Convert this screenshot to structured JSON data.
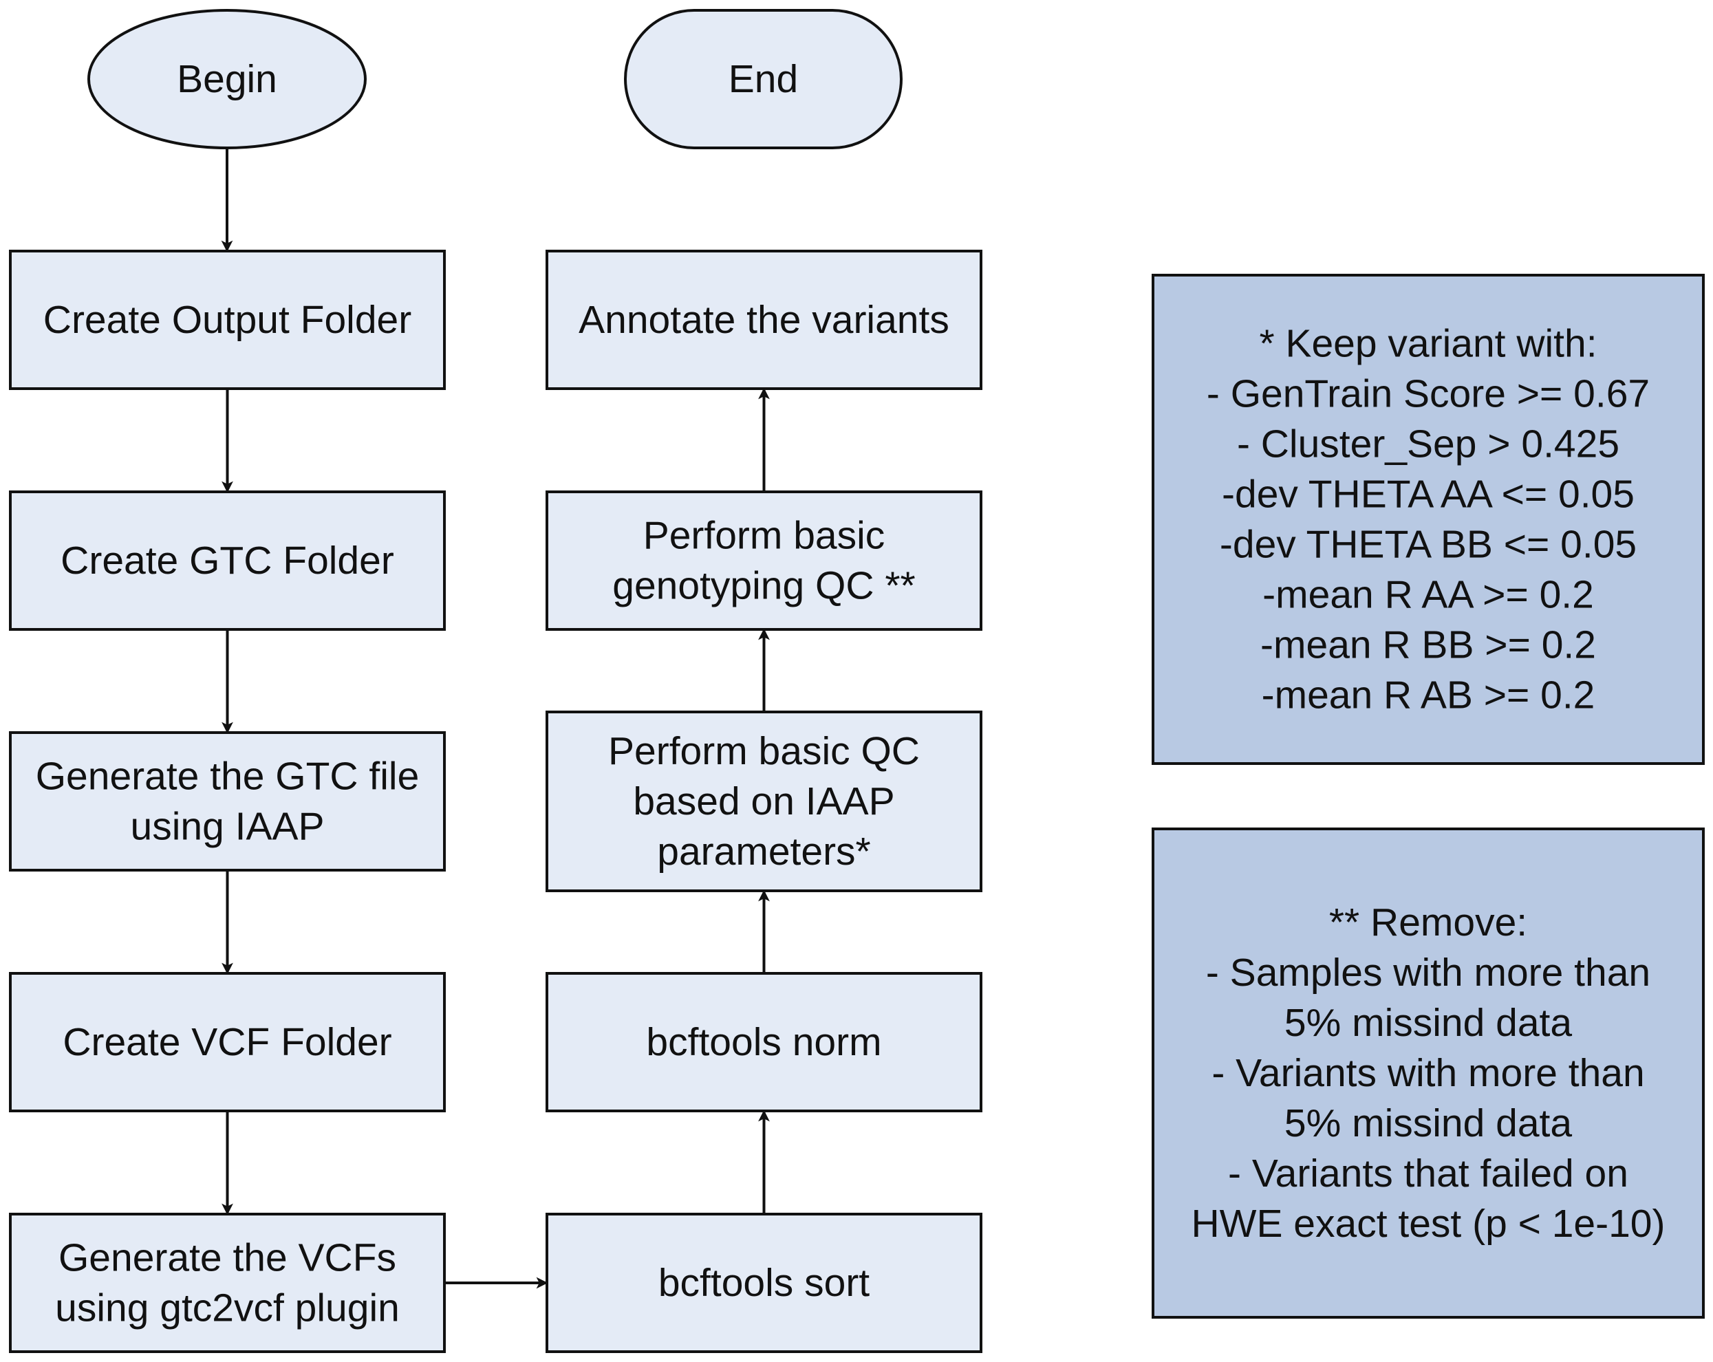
{
  "colors": {
    "node_fill": "#e4ebf6",
    "note_fill": "#b8c9e3",
    "stroke": "#111111",
    "text": "#111111"
  },
  "nodes": [
    {
      "id": "begin",
      "shape": "ellipse",
      "lines": [
        "Begin"
      ]
    },
    {
      "id": "create-output-folder",
      "shape": "rect",
      "lines": [
        "Create Output Folder"
      ]
    },
    {
      "id": "create-gtc-folder",
      "shape": "rect",
      "lines": [
        "Create GTC Folder"
      ]
    },
    {
      "id": "generate-gtc-file",
      "shape": "rect",
      "lines": [
        "Generate the GTC file",
        "using IAAP"
      ]
    },
    {
      "id": "create-vcf-folder",
      "shape": "rect",
      "lines": [
        "Create VCF Folder"
      ]
    },
    {
      "id": "generate-vcfs",
      "shape": "rect",
      "lines": [
        "Generate the VCFs",
        "using gtc2vcf plugin"
      ]
    },
    {
      "id": "bcftools-sort",
      "shape": "rect",
      "lines": [
        "bcftools sort"
      ]
    },
    {
      "id": "bcftools-norm",
      "shape": "rect",
      "lines": [
        "bcftools norm"
      ]
    },
    {
      "id": "basic-qc-iaap",
      "shape": "rect",
      "lines": [
        "Perform basic QC",
        "based on IAAP",
        "parameters*"
      ]
    },
    {
      "id": "genotyping-qc",
      "shape": "rect",
      "lines": [
        "Perform basic",
        "genotyping QC **"
      ]
    },
    {
      "id": "annotate-variants",
      "shape": "rect",
      "lines": [
        "Annotate the variants"
      ]
    },
    {
      "id": "end",
      "shape": "stadium",
      "lines": [
        "End"
      ]
    }
  ],
  "edges": [
    {
      "from": "begin",
      "to": "create-output-folder"
    },
    {
      "from": "create-output-folder",
      "to": "create-gtc-folder"
    },
    {
      "from": "create-gtc-folder",
      "to": "generate-gtc-file"
    },
    {
      "from": "generate-gtc-file",
      "to": "create-vcf-folder"
    },
    {
      "from": "create-vcf-folder",
      "to": "generate-vcfs"
    },
    {
      "from": "generate-vcfs",
      "to": "bcftools-sort"
    },
    {
      "from": "bcftools-sort",
      "to": "bcftools-norm"
    },
    {
      "from": "bcftools-norm",
      "to": "basic-qc-iaap"
    },
    {
      "from": "basic-qc-iaap",
      "to": "genotyping-qc"
    },
    {
      "from": "genotyping-qc",
      "to": "annotate-variants"
    },
    {
      "from": "annotate-variants",
      "to": "end"
    }
  ],
  "notes": [
    {
      "id": "iaap-parameters-note",
      "lines": [
        "* Keep variant with:",
        "- GenTrain Score >= 0.67",
        "- Cluster_Sep > 0.425",
        "-dev THETA AA <= 0.05",
        "-dev THETA BB <= 0.05",
        "-mean R AA >= 0.2",
        "-mean R BB >= 0.2",
        "-mean R AB >= 0.2"
      ]
    },
    {
      "id": "remove-note",
      "lines": [
        "** Remove:",
        "- Samples with more than",
        "5% missind data",
        "- Variants with more than",
        "5% missind data",
        "- Variants that failed on",
        "HWE exact test (p < 1e-10)"
      ]
    }
  ]
}
